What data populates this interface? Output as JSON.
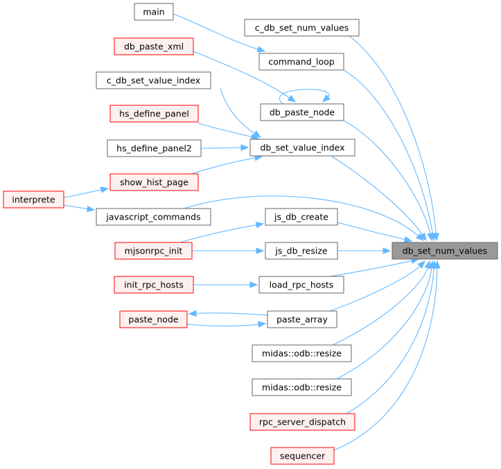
{
  "graph": {
    "focus": {
      "id": "focus",
      "label": "db_set_num_values"
    },
    "nodes": [
      {
        "id": "main",
        "label": "main",
        "style": "normal"
      },
      {
        "id": "c_db_set_num_values",
        "label": "c_db_set_num_values",
        "style": "normal"
      },
      {
        "id": "db_paste_xml",
        "label": "db_paste_xml",
        "style": "red"
      },
      {
        "id": "command_loop",
        "label": "command_loop",
        "style": "normal"
      },
      {
        "id": "c_db_set_value_index",
        "label": "c_db_set_value_index",
        "style": "normal"
      },
      {
        "id": "db_paste_node",
        "label": "db_paste_node",
        "style": "normal"
      },
      {
        "id": "hs_define_panel",
        "label": "hs_define_panel",
        "style": "red"
      },
      {
        "id": "hs_define_panel2",
        "label": "hs_define_panel2",
        "style": "normal"
      },
      {
        "id": "db_set_value_index",
        "label": "db_set_value_index",
        "style": "normal"
      },
      {
        "id": "show_hist_page",
        "label": "show_hist_page",
        "style": "red"
      },
      {
        "id": "interprete",
        "label": "interprete",
        "style": "red"
      },
      {
        "id": "javascript_commands",
        "label": "javascript_commands",
        "style": "normal"
      },
      {
        "id": "js_db_create",
        "label": "js_db_create",
        "style": "normal"
      },
      {
        "id": "mjsonrpc_init",
        "label": "mjsonrpc_init",
        "style": "red"
      },
      {
        "id": "js_db_resize",
        "label": "js_db_resize",
        "style": "normal"
      },
      {
        "id": "init_rpc_hosts",
        "label": "init_rpc_hosts",
        "style": "red"
      },
      {
        "id": "load_rpc_hosts",
        "label": "load_rpc_hosts",
        "style": "normal"
      },
      {
        "id": "paste_node",
        "label": "paste_node",
        "style": "red"
      },
      {
        "id": "paste_array",
        "label": "paste_array",
        "style": "normal"
      },
      {
        "id": "midas_odb_resize_1",
        "label": "midas::odb::resize",
        "style": "normal"
      },
      {
        "id": "midas_odb_resize_2",
        "label": "midas::odb::resize",
        "style": "normal"
      },
      {
        "id": "rpc_server_dispatch",
        "label": "rpc_server_dispatch",
        "style": "red"
      },
      {
        "id": "sequencer",
        "label": "sequencer",
        "style": "red"
      }
    ],
    "edges": [
      [
        "main",
        "command_loop"
      ],
      [
        "command_loop",
        "focus"
      ],
      [
        "c_db_set_num_values",
        "focus"
      ],
      [
        "db_paste_xml",
        "db_paste_node"
      ],
      [
        "db_paste_node",
        "db_paste_node"
      ],
      [
        "db_paste_node",
        "focus"
      ],
      [
        "c_db_set_value_index",
        "db_set_value_index"
      ],
      [
        "hs_define_panel",
        "db_set_value_index"
      ],
      [
        "hs_define_panel2",
        "db_set_value_index"
      ],
      [
        "show_hist_page",
        "db_set_value_index"
      ],
      [
        "db_set_value_index",
        "focus"
      ],
      [
        "interprete",
        "show_hist_page"
      ],
      [
        "interprete",
        "javascript_commands"
      ],
      [
        "javascript_commands",
        "focus"
      ],
      [
        "mjsonrpc_init",
        "js_db_create"
      ],
      [
        "mjsonrpc_init",
        "js_db_resize"
      ],
      [
        "js_db_create",
        "focus"
      ],
      [
        "js_db_resize",
        "focus"
      ],
      [
        "init_rpc_hosts",
        "load_rpc_hosts"
      ],
      [
        "load_rpc_hosts",
        "focus"
      ],
      [
        "paste_node",
        "paste_array"
      ],
      [
        "paste_array",
        "paste_node"
      ],
      [
        "paste_array",
        "focus"
      ],
      [
        "midas_odb_resize_1",
        "focus"
      ],
      [
        "midas_odb_resize_2",
        "focus"
      ],
      [
        "rpc_server_dispatch",
        "focus"
      ],
      [
        "sequencer",
        "focus"
      ]
    ],
    "colors": {
      "edge": "#63b8ff",
      "normal_border": "#666666",
      "normal_fill": "#ffffff",
      "red_border": "#ff0000",
      "red_fill": "#fff0f0",
      "focus_border": "#666666",
      "focus_fill": "#999999"
    }
  }
}
